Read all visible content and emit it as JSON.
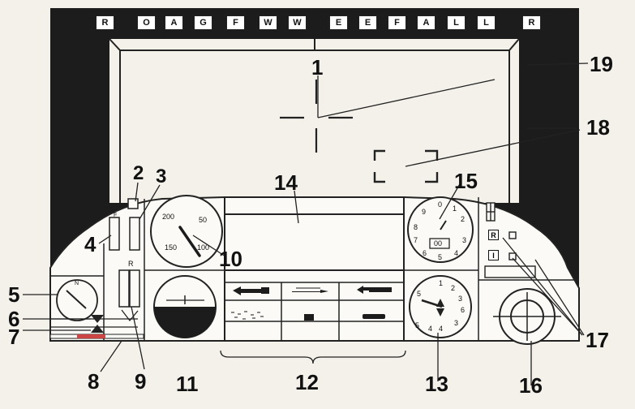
{
  "top_keys": [
    "R",
    "O",
    "A",
    "G",
    "F",
    "W",
    "W",
    "E",
    "E",
    "F",
    "A",
    "L",
    "L",
    "R"
  ],
  "callouts": {
    "c1": "1",
    "c2": "2",
    "c3": "3",
    "c4": "4",
    "c5": "5",
    "c6": "6",
    "c7": "7",
    "c8": "8",
    "c9": "9",
    "c10": "10",
    "c11": "11",
    "c12": "12",
    "c13": "13",
    "c14": "14",
    "c15": "15",
    "c16": "16",
    "c17": "17",
    "c18": "18",
    "c19": "19"
  },
  "gauges": {
    "fuel_f": "F",
    "fuel_r": "R",
    "compass_n": "N",
    "speed_200": "200",
    "speed_50": "50",
    "speed_150": "150",
    "speed_100": "100",
    "alt_0": "0",
    "alt_1": "1",
    "alt_2": "2",
    "alt_3": "3",
    "alt_4": "4",
    "alt_5": "5",
    "alt_6": "6",
    "alt_7": "7",
    "alt_8": "8",
    "alt_9": "9",
    "alt_window": "00",
    "clock_1": "1",
    "clock_2": "2",
    "clock_3": "3",
    "clock_4": "4",
    "clock_5": "5",
    "clock_6": "6",
    "clock_5b": "5",
    "clock_4b": "4",
    "clock_3b": "3",
    "key_r": "R",
    "key_i": "I"
  }
}
